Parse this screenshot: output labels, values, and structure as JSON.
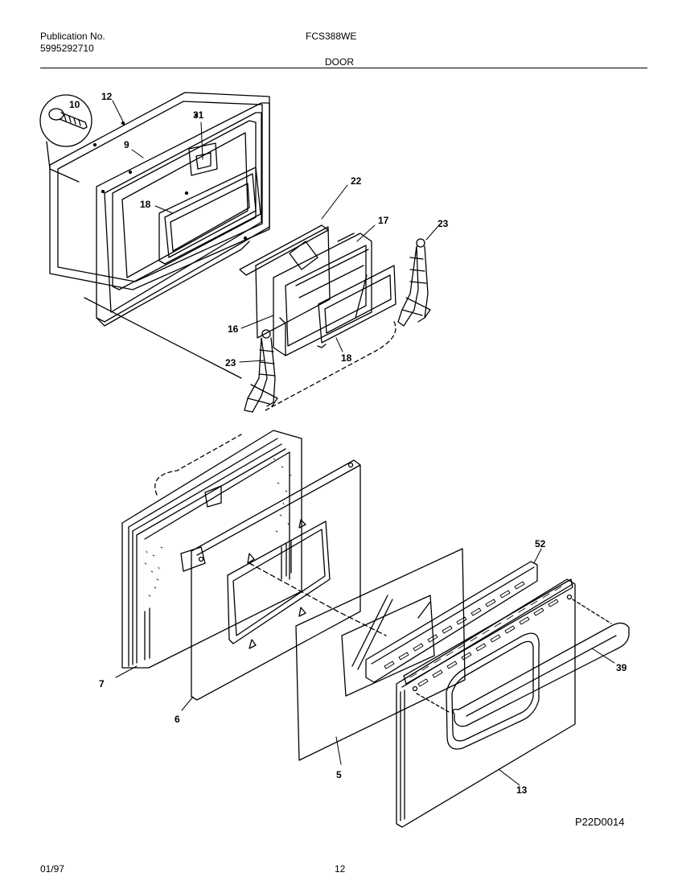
{
  "header": {
    "publication_label": "Publication No.",
    "publication_number": "5995292710",
    "model": "FCS388WE",
    "section_title": "DOOR"
  },
  "diagram": {
    "callouts": [
      {
        "id": "12",
        "label": "12"
      },
      {
        "id": "10",
        "label": "10"
      },
      {
        "id": "9",
        "label": "9"
      },
      {
        "id": "31",
        "label": "31"
      },
      {
        "id": "18a",
        "label": "18"
      },
      {
        "id": "22",
        "label": "22"
      },
      {
        "id": "17",
        "label": "17"
      },
      {
        "id": "23a",
        "label": "23"
      },
      {
        "id": "16",
        "label": "16"
      },
      {
        "id": "18b",
        "label": "18"
      },
      {
        "id": "23b",
        "label": "23"
      },
      {
        "id": "52",
        "label": "52"
      },
      {
        "id": "39",
        "label": "39"
      },
      {
        "id": "7",
        "label": "7"
      },
      {
        "id": "6",
        "label": "6"
      },
      {
        "id": "5",
        "label": "5"
      },
      {
        "id": "13",
        "label": "13"
      }
    ],
    "drawing_code": "P22D0014"
  },
  "footer": {
    "date": "01/97",
    "page_number": "12"
  }
}
